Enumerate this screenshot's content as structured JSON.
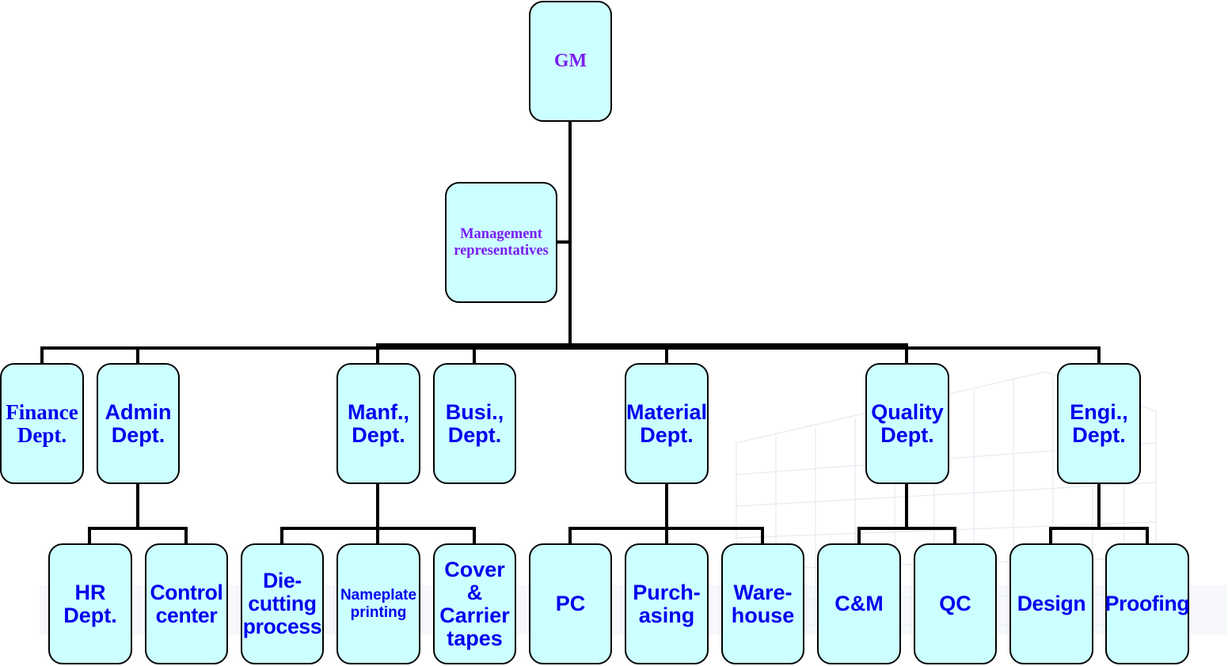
{
  "colors": {
    "node_fill": "#ccffff",
    "node_border": "#000000",
    "text_blue": "#0000ee",
    "text_purple": "#7a1ef0",
    "connector": "#000000"
  },
  "chart": {
    "top": {
      "label": "GM"
    },
    "representative": {
      "label": "Management\nrepresentatives"
    },
    "departments": [
      {
        "label": "Finance\nDept."
      },
      {
        "label": "Admin\nDept."
      },
      {
        "label": "Manf.,\nDept."
      },
      {
        "label": "Busi.,\nDept."
      },
      {
        "label": "Material\nDept."
      },
      {
        "label": "Quality\nDept."
      },
      {
        "label": "Engi.,\nDept."
      }
    ],
    "sub_units": [
      {
        "label": "HR\nDept.",
        "parent": "Admin\nDept."
      },
      {
        "label": "Control\ncenter",
        "parent": "Admin\nDept."
      },
      {
        "label": "Die-\ncutting\nprocess",
        "parent": "Manf.,\nDept."
      },
      {
        "label": "Nameplate\nprinting",
        "parent": "Manf.,\nDept."
      },
      {
        "label": "Cover\n&\nCarrier\ntapes",
        "parent": "Manf.,\nDept."
      },
      {
        "label": "PC",
        "parent": "Material\nDept."
      },
      {
        "label": "Purch-\nasing",
        "parent": "Material\nDept."
      },
      {
        "label": "Ware-\nhouse",
        "parent": "Material\nDept."
      },
      {
        "label": "C&M",
        "parent": "Quality\nDept."
      },
      {
        "label": "QC",
        "parent": "Quality\nDept."
      },
      {
        "label": "Design",
        "parent": "Engi.,\nDept."
      },
      {
        "label": "Proofing",
        "parent": "Engi.,\nDept."
      }
    ]
  }
}
